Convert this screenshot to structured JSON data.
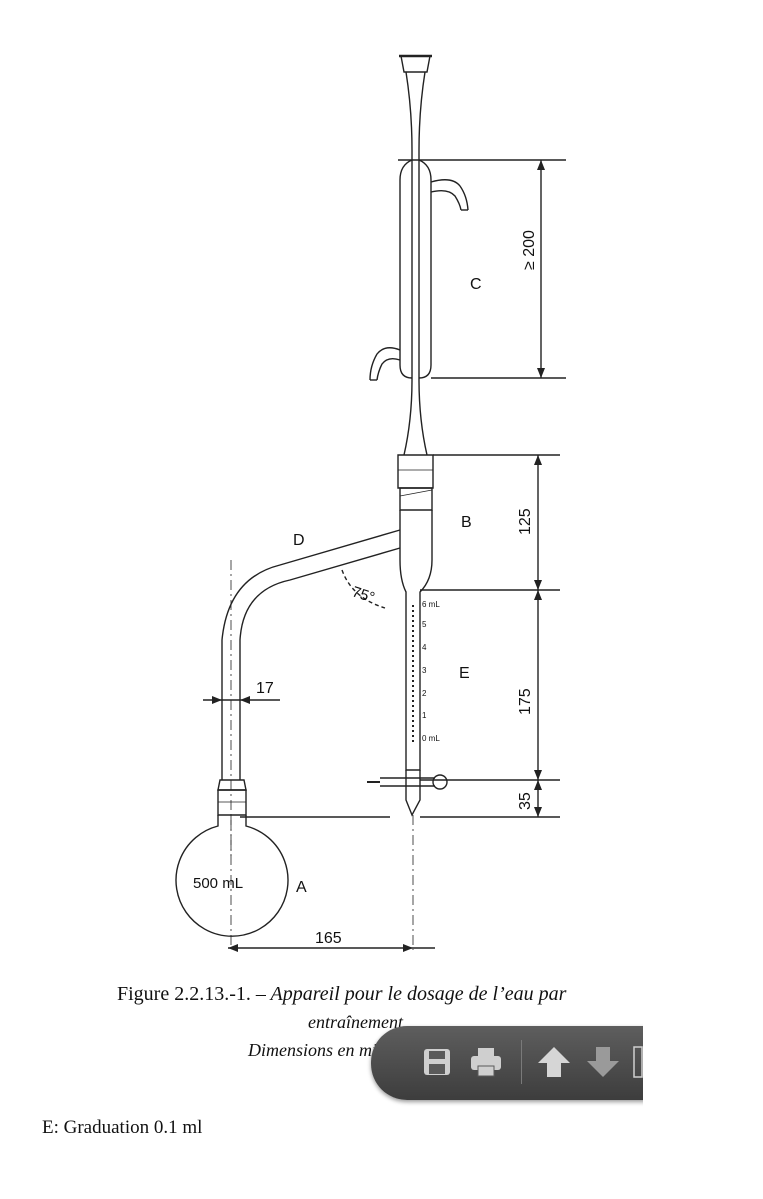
{
  "diagram": {
    "labels": {
      "A": "A",
      "B": "B",
      "C": "C",
      "D": "D",
      "E": "E",
      "flask_volume": "500 mL",
      "angle": "75°"
    },
    "dimensions": {
      "condenser": "≥ 200",
      "trap_upper": "125",
      "trap_tube": "175",
      "stopcock": "35",
      "tube_diameter": "17",
      "horizontal": "165"
    },
    "graduations": [
      "6 mL",
      "5",
      "4",
      "3",
      "2",
      "1",
      "0 mL"
    ]
  },
  "caption": {
    "number": "Figure 2.2.13.-1.",
    "title_line1": "– Appareil pour le dosage de l’eau par",
    "title_line2": "entraînement",
    "units": "Dimensions en millimètres"
  },
  "note": "E: Graduation 0.1 ml",
  "toolbar": {
    "icons": [
      "save-icon",
      "print-icon",
      "arrow-up-icon",
      "arrow-down-icon"
    ]
  }
}
